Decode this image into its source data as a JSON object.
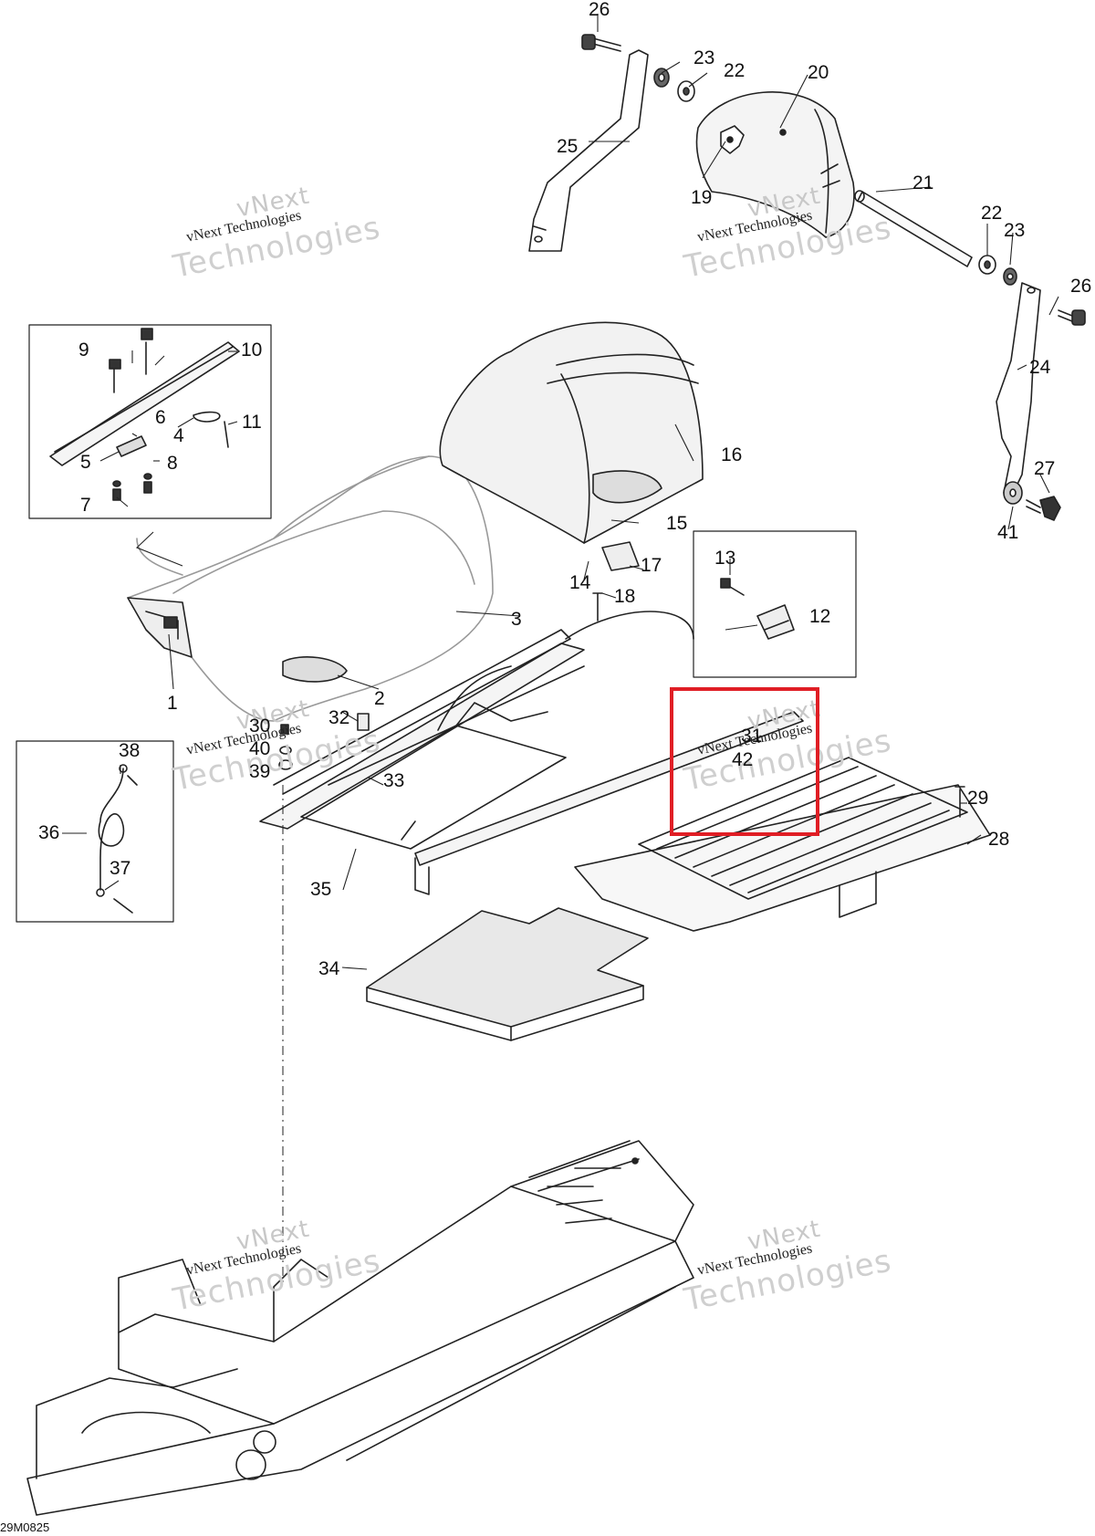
{
  "watermark": {
    "line1": "vNext",
    "line2": "vNext Technologies",
    "line3": "Technologies"
  },
  "figure_code": "29M0825",
  "callouts": [
    "1",
    "2",
    "3",
    "4",
    "5",
    "6",
    "7",
    "8",
    "9",
    "10",
    "11",
    "12",
    "13",
    "14",
    "15",
    "16",
    "17",
    "18",
    "19",
    "20",
    "21",
    "22",
    "22",
    "23",
    "23",
    "24",
    "25",
    "26",
    "26",
    "27",
    "28",
    "29",
    "30",
    "31",
    "32",
    "33",
    "34",
    "35",
    "36",
    "37",
    "38",
    "39",
    "40",
    "41",
    "42"
  ],
  "colors": {
    "highlight": "#e01e25",
    "line": "#222222",
    "shade": "#d9d9d9"
  }
}
